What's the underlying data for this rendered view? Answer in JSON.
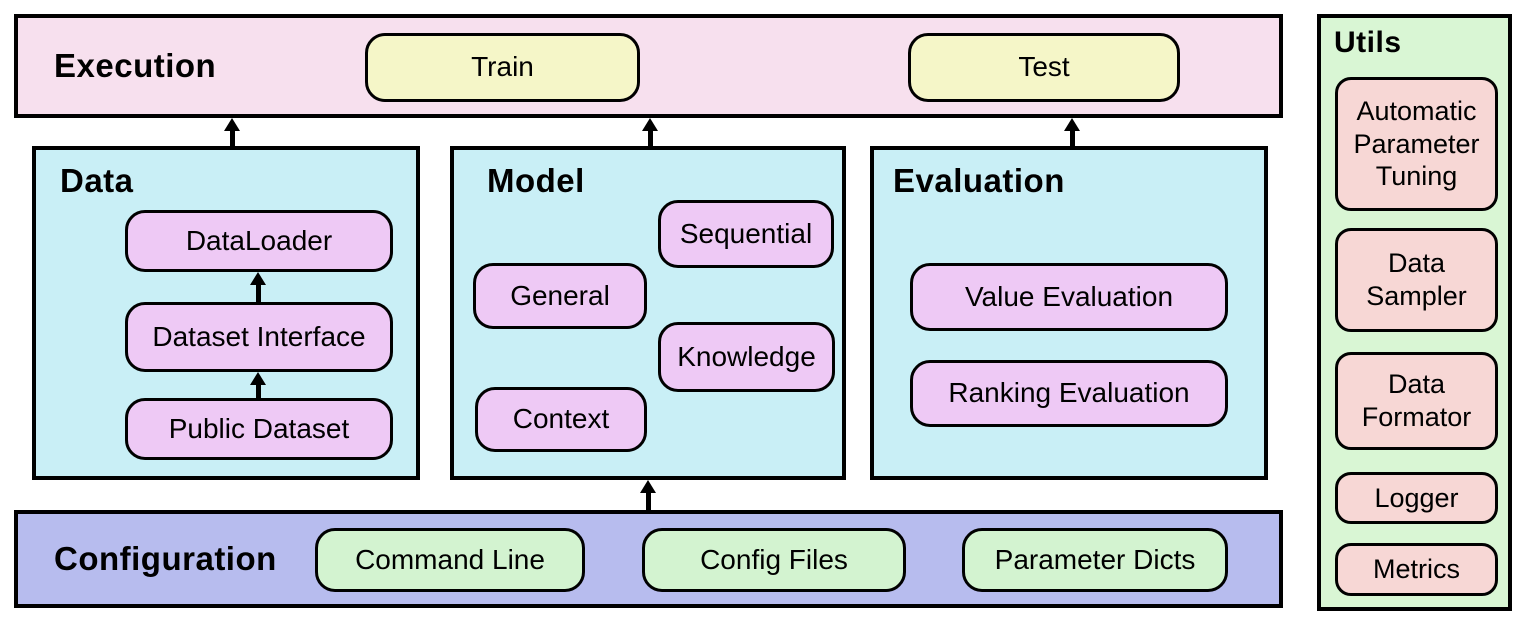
{
  "diagram": {
    "kind": "framework-architecture",
    "execution": {
      "title": "Execution",
      "nodes": [
        "Train",
        "Test"
      ]
    },
    "data_module": {
      "title": "Data",
      "nodes": [
        "DataLoader",
        "Dataset Interface",
        "Public Dataset"
      ]
    },
    "model_module": {
      "title": "Model",
      "nodes": [
        "General",
        "Sequential",
        "Knowledge",
        "Context"
      ]
    },
    "evaluation_module": {
      "title": "Evaluation",
      "nodes": [
        "Value Evaluation",
        "Ranking Evaluation"
      ]
    },
    "configuration": {
      "title": "Configuration",
      "nodes": [
        "Command Line",
        "Config Files",
        "Parameter Dicts"
      ]
    },
    "utils": {
      "title": "Utils",
      "nodes": [
        "Automatic Parameter Tuning",
        "Data Sampler",
        "Data Formator",
        "Logger",
        "Metrics"
      ]
    },
    "arrows": [
      "Public Dataset -> Dataset Interface",
      "Dataset Interface -> DataLoader",
      "Data -> Execution",
      "Model -> Execution",
      "Evaluation -> Execution",
      "Configuration -> Model"
    ],
    "colors": {
      "execution_panel": "#f7e0ee",
      "execution_node": "#f5f6c8",
      "module_panel": "#c9eff6",
      "module_node": "#eec9f5",
      "configuration_panel": "#b7bcee",
      "configuration_node": "#d3f3d0",
      "utils_panel": "#d9f6d4",
      "utils_node": "#f7d7d5",
      "outline": "#000000"
    }
  }
}
